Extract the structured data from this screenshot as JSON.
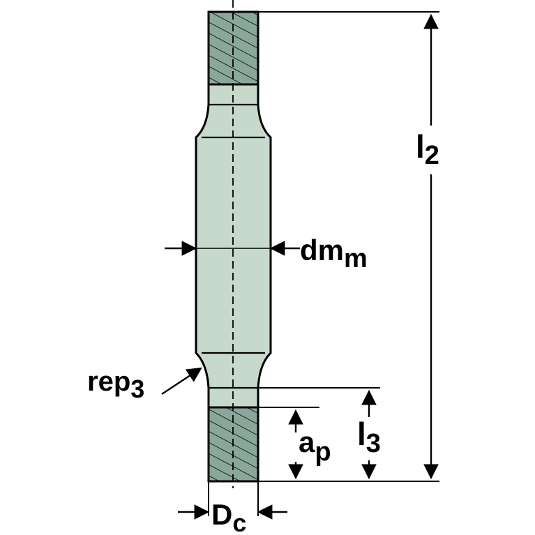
{
  "colors": {
    "body_fill": "#c6d9cb",
    "flute_fill": "#8aa89a",
    "hatch": "#000000",
    "outline": "#000000",
    "background": "#ffffff"
  },
  "labels": {
    "l2": {
      "main": "l",
      "sub": "2"
    },
    "dmm": {
      "main": "dm",
      "sub": "m"
    },
    "rep3": {
      "main": "rep",
      "sub": "3"
    },
    "l3": {
      "main": "l",
      "sub": "3"
    },
    "ap": {
      "main": "a",
      "sub": "p"
    },
    "dc": {
      "main": "D",
      "sub": "c"
    }
  }
}
